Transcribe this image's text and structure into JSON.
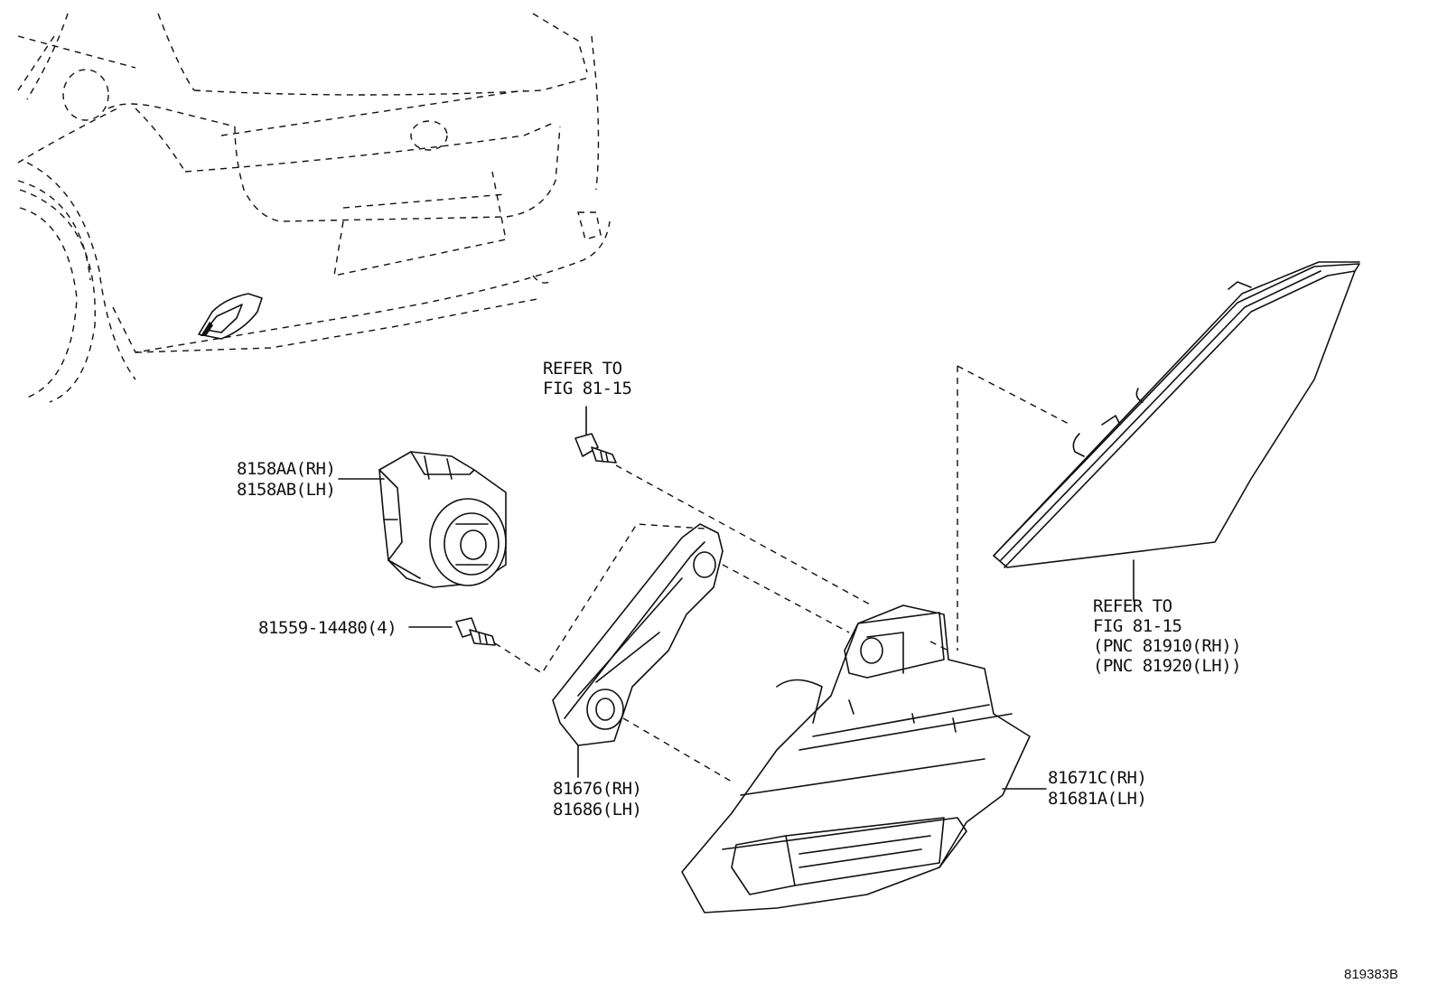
{
  "labels": {
    "refer_top_1": "REFER TO",
    "refer_top_2": "FIG 81-15",
    "socket_rh": "8158AA(RH)",
    "socket_lh": "8158AB(LH)",
    "screw": "81559-14480(4)",
    "bracket_rh": "81676(RH)",
    "bracket_lh": "81686(LH)",
    "lamp_rh": "81671C(RH)",
    "lamp_lh": "81681A(LH)",
    "refer_right_1": "REFER TO",
    "refer_right_2": "FIG 81-15",
    "refer_right_3": "(PNC 81910(RH))",
    "refer_right_4": "(PNC 81920(LH))"
  },
  "diagram_id": "819383B"
}
